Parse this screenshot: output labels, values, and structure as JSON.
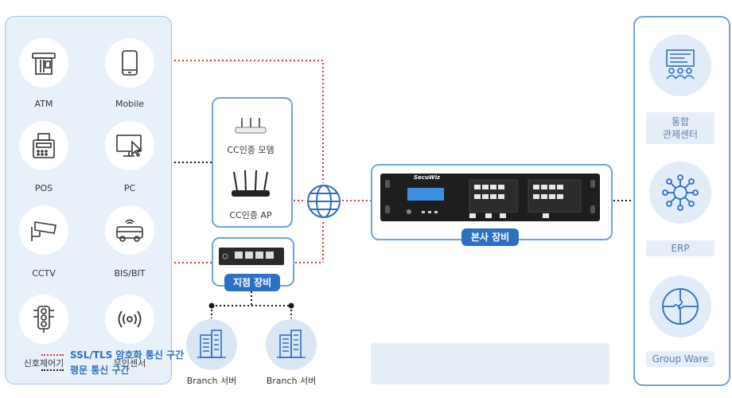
{
  "devices": {
    "atm": "ATM",
    "mobile": "Mobile",
    "pos": "POS",
    "pc": "PC",
    "cctv": "CCTV",
    "bis": "BIS/BIT",
    "traffic": "신호제어기",
    "sensor": "무인센서"
  },
  "center": {
    "modem": "CC인증 모뎀",
    "ap": "CC인증 AP",
    "branch_badge": "지점 장비",
    "branch_server_1": "Branch 서버",
    "branch_server_2": "Branch 서버"
  },
  "hq": {
    "badge": "본사 장비",
    "brand": "SecuWiz"
  },
  "right": {
    "control_center": "통합\n관제센터",
    "erp": "ERP",
    "groupware": "Group Ware"
  },
  "legend": {
    "ssl": "SSL/TLS 암호화 통신 구간",
    "plain": "평문 통신 구간"
  },
  "colors": {
    "accent": "#2d6fc2",
    "ssl_line": "#e0313a",
    "plain_line": "#1a1a1a",
    "panel_bg": "#e8f0fa"
  }
}
